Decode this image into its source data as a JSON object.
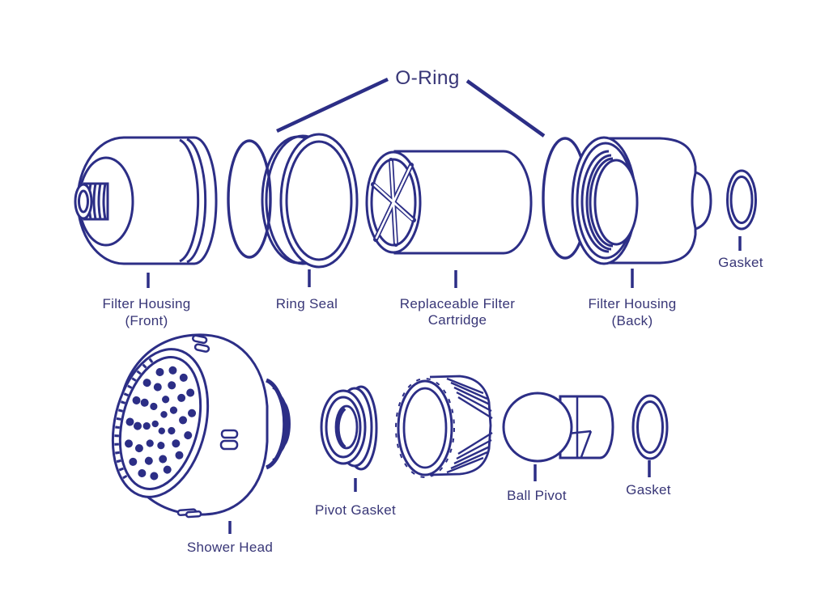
{
  "diagram": {
    "type": "exploded-parts-diagram",
    "subject": "shower head filter assembly",
    "colors": {
      "line": "#2c2e86",
      "text": "#383677",
      "background": "#ffffff"
    },
    "labels": {
      "o_ring": "O-Ring",
      "filter_housing_front": [
        "Filter Housing",
        "(Front)"
      ],
      "ring_seal": "Ring Seal",
      "replaceable_filter_cartridge": [
        "Replaceable Filter",
        "Cartridge"
      ],
      "filter_housing_back": [
        "Filter Housing",
        "(Back)"
      ],
      "gasket_top": "Gasket",
      "shower_head": "Shower Head",
      "pivot_gasket": "Pivot Gasket",
      "ball_pivot": "Ball Pivot",
      "gasket_bottom": "Gasket"
    }
  }
}
